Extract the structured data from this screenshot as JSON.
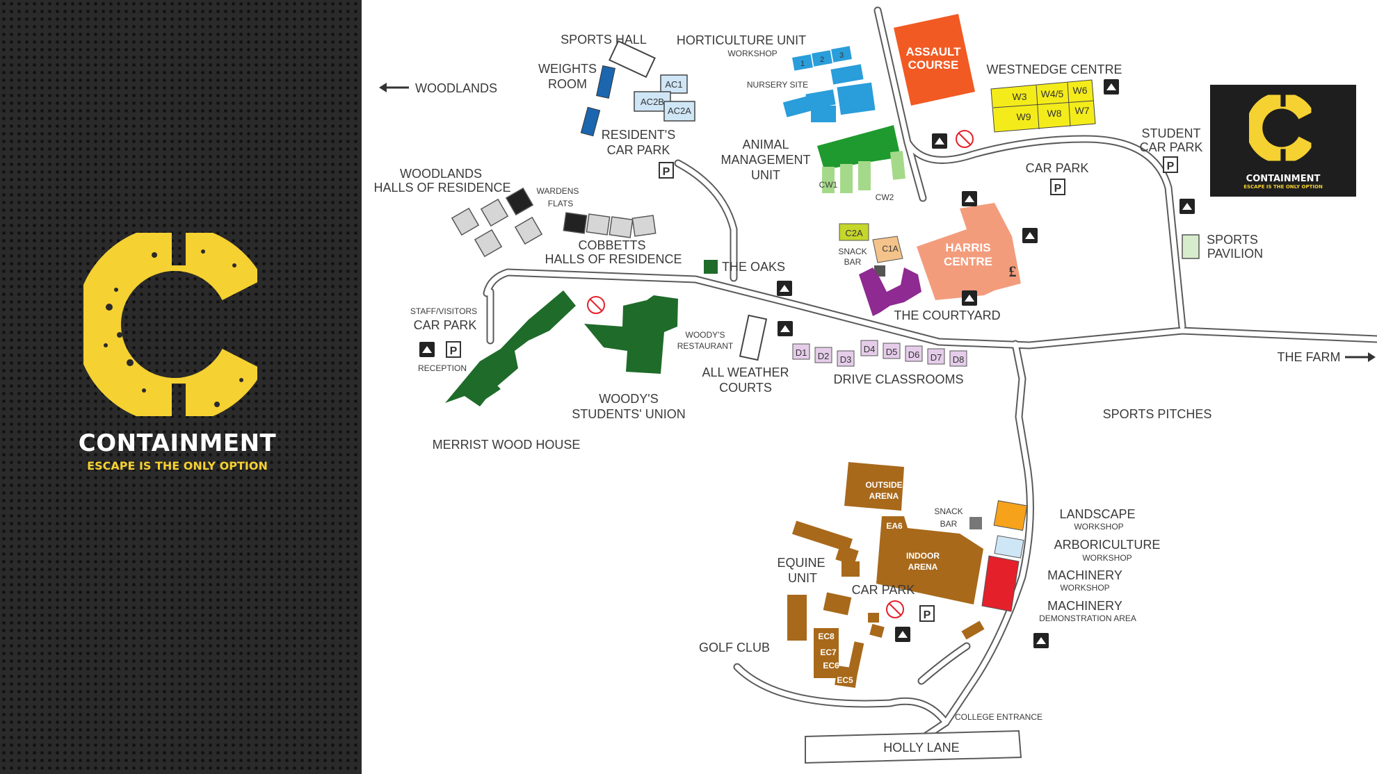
{
  "brand": {
    "name": "CONTAINMENT",
    "tagline": "ESCAPE IS THE ONLY OPTION",
    "accent_color": "#f5d132",
    "panel_color": "#2a2a2a"
  },
  "map": {
    "colors": {
      "road": "#5a5a5a",
      "light_blue": "#cfe6f6",
      "blue": "#2a9ddb",
      "dark_blue": "#1c66b0",
      "orange": "#f15a22",
      "yellow": "#f4ec1a",
      "green": "#1f9a2e",
      "light_green": "#a5d98a",
      "dark_green": "#1f6b2a",
      "salmon": "#f39c7c",
      "purple": "#8e2a91",
      "lavender": "#e5cdea",
      "brown": "#a8691b",
      "red": "#e4202b",
      "amber": "#f7a21b",
      "lime": "#c5d72a",
      "tan": "#f3c38b",
      "grey": "#cccccc",
      "black": "#222222"
    },
    "labels": {
      "sports_hall": "SPORTS HALL",
      "weights_room": [
        "WEIGHTS",
        "ROOM"
      ],
      "woodlands": "WOODLANDS",
      "horticulture_unit": "HORTICULTURE UNIT",
      "horticulture_workshop": "WORKSHOP",
      "nursery_site": "NURSERY SITE",
      "assault_course": [
        "ASSAULT",
        "COURSE"
      ],
      "westnedge_centre": "WESTNEDGE CENTRE",
      "residents_car_park": [
        "RESIDENT'S",
        "CAR PARK"
      ],
      "animal_management_unit": [
        "ANIMAL",
        "MANAGEMENT",
        "UNIT"
      ],
      "cw1": "CW1",
      "cw2": "CW2",
      "student_car_park": [
        "STUDENT",
        "CAR PARK"
      ],
      "car_park_north": "CAR PARK",
      "woodlands_halls": [
        "WOODLANDS",
        "HALLS OF RESIDENCE"
      ],
      "wardens_flats": [
        "WARDENS",
        "FLATS"
      ],
      "cobbetts_halls": [
        "COBBETTS",
        "HALLS OF RESIDENCE"
      ],
      "the_oaks": "THE OAKS",
      "c2a": "C2A",
      "c1a": "C1A",
      "snack_bar_north": [
        "SNACK",
        "BAR"
      ],
      "harris_centre": [
        "HARRIS",
        "CENTRE"
      ],
      "pound_sign": "£",
      "sports_pavilion": [
        "SPORTS",
        "PAVILION"
      ],
      "the_courtyard": "THE COURTYARD",
      "staff_visitors_car_park": [
        "STAFF/VISITORS",
        "CAR PARK"
      ],
      "reception": "RECEPTION",
      "woodys_restaurant": [
        "WOODY'S",
        "RESTAURANT"
      ],
      "the_farm": "THE FARM",
      "all_weather_courts": [
        "ALL WEATHER",
        "COURTS"
      ],
      "drive_classrooms": "DRIVE CLASSROOMS",
      "woodys_students_union": [
        "WOODY'S",
        "STUDENTS' UNION"
      ],
      "sports_pitches": "SPORTS PITCHES",
      "merrist_wood_house": "MERRIST WOOD HOUSE",
      "outside_arena": [
        "OUTSIDE",
        "ARENA"
      ],
      "snack_bar_south": [
        "SNACK",
        "BAR"
      ],
      "landscape": "LANDSCAPE",
      "landscape_workshop": "WORKSHOP",
      "ea6": "EA6",
      "indoor_arena": [
        "INDOOR",
        "ARENA"
      ],
      "arboriculture": "ARBORICULTURE",
      "arboriculture_workshop": "WORKSHOP",
      "equine_unit": [
        "EQUINE",
        "UNIT"
      ],
      "car_park_south": "CAR PARK",
      "machinery": "MACHINERY",
      "machinery_workshop": "WORKSHOP",
      "machinery_demo": "MACHINERY",
      "machinery_demo_area": "DEMONSTRATION AREA",
      "golf_club": "GOLF CLUB",
      "ec8": "EC8",
      "ec7": "EC7",
      "ec6": "EC6",
      "ec5": "EC5",
      "college_entrance": "COLLEGE ENTRANCE",
      "holly_lane": "HOLLY LANE",
      "parking_sign": "P"
    },
    "horticulture_units": [
      "1",
      "2",
      "3"
    ],
    "westnedge_rooms": [
      "W3",
      "W4/5",
      "W6",
      "W9",
      "W8",
      "W7"
    ],
    "accommodation_ac": [
      "AC1",
      "AC2B",
      "AC2A"
    ],
    "drive_classrooms": [
      "D1",
      "D2",
      "D3",
      "D4",
      "D5",
      "D6",
      "D7",
      "D8"
    ]
  }
}
